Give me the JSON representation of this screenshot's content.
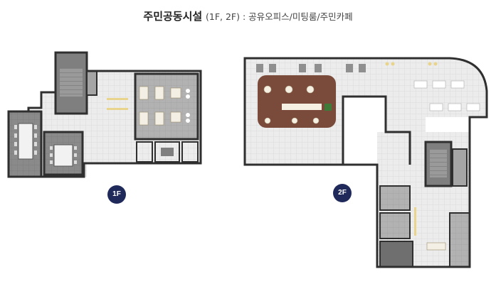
{
  "title": {
    "main": "주민공동시설",
    "floors": "(1F, 2F)",
    "separator": " : ",
    "rooms": "공유오피스/미팅룸/주민카페"
  },
  "floor_badges": {
    "first": "1F",
    "second": "2F"
  },
  "colors": {
    "wall": "#2f2f2f",
    "floor_tile": "#ececec",
    "grid_line": "#d4d4d4",
    "dark_room": "#7d7d7d",
    "medium_room": "#a7a7a7",
    "cafe_wood": "#7a4a3a",
    "badge": "#1f2a5a",
    "furniture_light": "#f7f4ee",
    "accent_yellow": "#e8d48c",
    "plant": "#3e7a38"
  }
}
